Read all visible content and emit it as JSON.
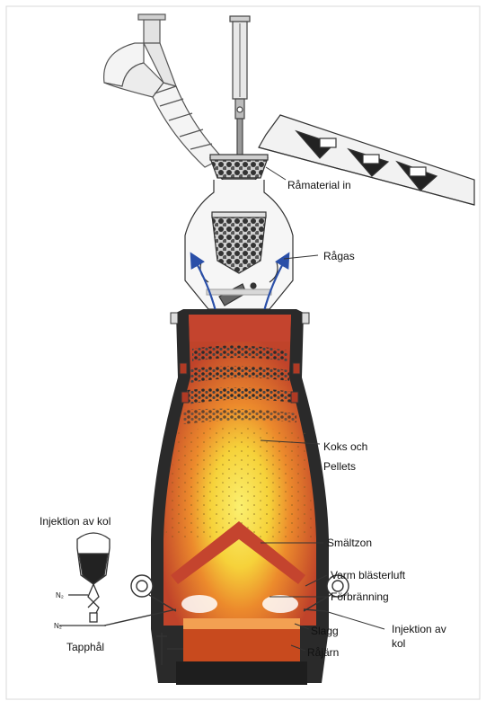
{
  "labels": {
    "raw_material_in": "Råmaterial in",
    "raw_gas": "Rågas",
    "coke_and_pellets_line1": "Koks och",
    "coke_and_pellets_line2": "Pellets",
    "melting_zone": "Smältzon",
    "hot_blast_air": "Varm blästerluft",
    "combustion": "Förbränning",
    "slag": "Slagg",
    "pig_iron": "Råjärn",
    "tap_hole": "Tapphål",
    "coal_injection_title": "Injektion av kol",
    "coal_injection_right_line1": "Injektion av",
    "coal_injection_right_line2": "kol",
    "n2_upper": "N₂",
    "n2_lower": "N₂"
  },
  "colors": {
    "refractory": "#c0432a",
    "hot_core": "#f7e040",
    "lining": "#222222",
    "coke": "#2e2e2e",
    "blast_arrow": "#2a4fa8"
  }
}
